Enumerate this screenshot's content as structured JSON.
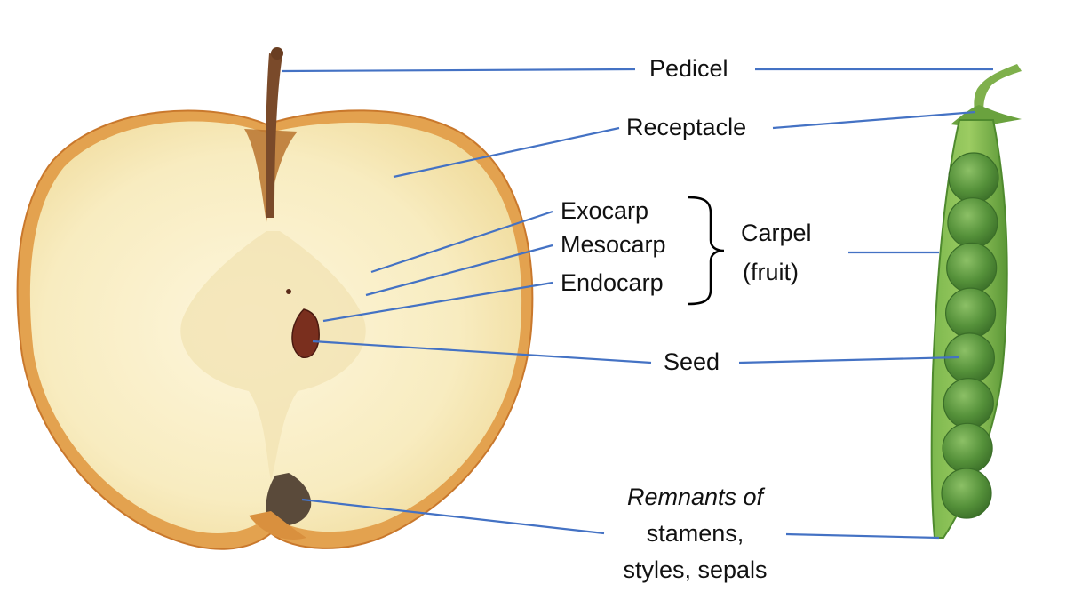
{
  "colors": {
    "leader_line": "#4472c4",
    "bracket": "#000000",
    "apple_flesh": "#fbf2cf",
    "apple_skin": "#d98a3a",
    "stem": "#7a4a2a",
    "pod": "#5e9e3a",
    "pea": "#4c8a34"
  },
  "labels": {
    "pedicel": "Pedicel",
    "receptacle": "Receptacle",
    "exocarp": "Exocarp",
    "mesocarp": "Mesocarp",
    "endocarp": "Endocarp",
    "carpel_line1": "Carpel",
    "carpel_line2": "(fruit)",
    "seed": "Seed",
    "remnants_line1": "Remnants of",
    "remnants_line2": "stamens,",
    "remnants_line3": "styles, sepals"
  },
  "pea_count": 8
}
